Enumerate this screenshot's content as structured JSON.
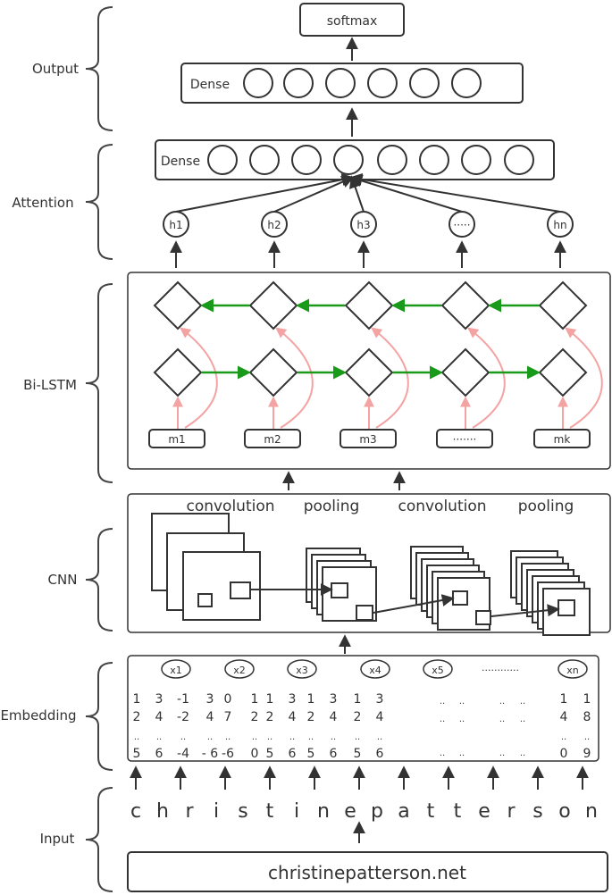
{
  "layers": {
    "output": "Output",
    "attention": "Attention",
    "bilstm": "Bi-LSTM",
    "cnn": "CNN",
    "embedding": "Embedding",
    "input": "Input"
  },
  "softmax": "softmax",
  "dense_label": "Dense",
  "hidden": [
    "h1",
    "h2",
    "h3",
    "·····",
    "hn"
  ],
  "memory": [
    "m1",
    "m2",
    "m3",
    "·······",
    "mk"
  ],
  "cnn_stages": [
    "convolution",
    "pooling",
    "convolution",
    "pooling"
  ],
  "embedding": {
    "tokens": [
      "x1",
      "x2",
      "x3",
      "x4",
      "x5",
      "············",
      "xn"
    ],
    "columns": [
      [
        "1",
        "2",
        "..",
        "5"
      ],
      [
        "3",
        "4",
        "..",
        "6"
      ],
      [
        "-1",
        "-2",
        "..",
        "-4"
      ],
      [
        "3",
        "4",
        "..",
        "- 6"
      ],
      [
        "0",
        "7",
        "..",
        "-6"
      ],
      [
        "1",
        "2",
        "..",
        "0"
      ],
      [
        "1",
        "2",
        "..",
        "5"
      ],
      [
        "3",
        "4",
        "..",
        "6"
      ],
      [
        "1",
        "2",
        "..",
        "5"
      ],
      [
        "3",
        "4",
        "..",
        "6"
      ],
      [
        "1",
        "2",
        "..",
        "5"
      ],
      [
        "3",
        "4",
        "..",
        "6"
      ],
      [
        "1",
        "4",
        "..",
        "0"
      ],
      [
        "1",
        "8",
        "..",
        "9"
      ]
    ],
    "dots": ".."
  },
  "input": {
    "chars": [
      "c",
      "h",
      "r",
      "i",
      "s",
      "t",
      "i",
      "n",
      "e",
      "p",
      "a",
      "t",
      "t",
      "e",
      "r",
      "s",
      "o",
      "n"
    ],
    "domain": "christinepatterson.net"
  }
}
